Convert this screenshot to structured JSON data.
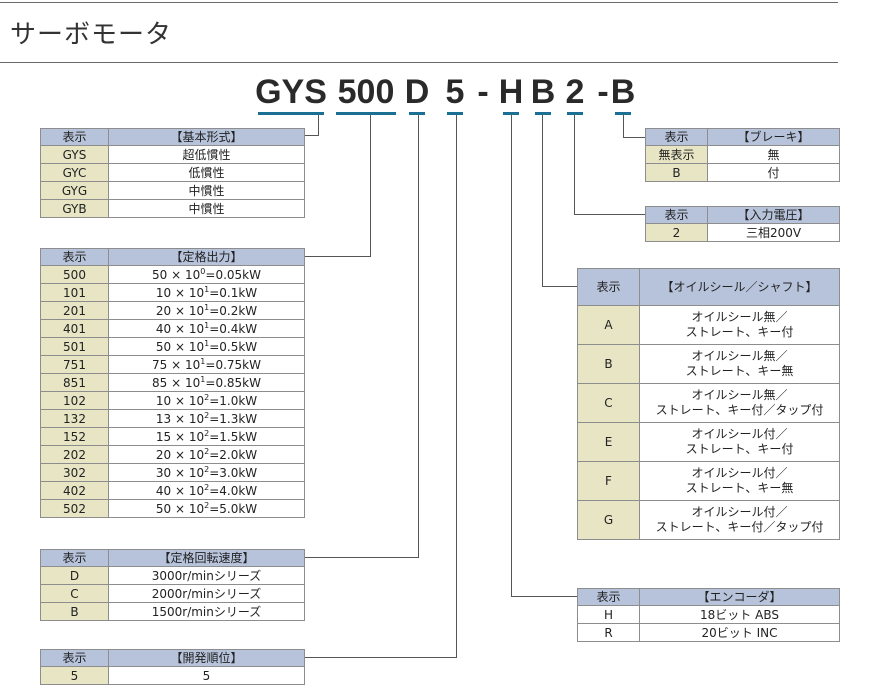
{
  "page_title": "サーボモータ",
  "model_code": {
    "segments": [
      "GYS",
      "500",
      "D",
      "5",
      "-",
      "H",
      "B",
      "2",
      "-",
      "B"
    ]
  },
  "header_code_label": "表示",
  "tables": {
    "basic_type": {
      "title": "【基本形式】",
      "rows": [
        {
          "code": "GYS",
          "value": "超低慣性"
        },
        {
          "code": "GYC",
          "value": "低慣性"
        },
        {
          "code": "GYG",
          "value": "中慣性"
        },
        {
          "code": "GYB",
          "value": "中慣性"
        }
      ]
    },
    "rated_output": {
      "title": "【定格出力】",
      "rows": [
        {
          "code": "500",
          "coef": "50",
          "exp": "0",
          "result": "=0.05kW"
        },
        {
          "code": "101",
          "coef": "10",
          "exp": "1",
          "result": "=0.1kW"
        },
        {
          "code": "201",
          "coef": "20",
          "exp": "1",
          "result": "=0.2kW"
        },
        {
          "code": "401",
          "coef": "40",
          "exp": "1",
          "result": "=0.4kW"
        },
        {
          "code": "501",
          "coef": "50",
          "exp": "1",
          "result": "=0.5kW"
        },
        {
          "code": "751",
          "coef": "75",
          "exp": "1",
          "result": "=0.75kW"
        },
        {
          "code": "851",
          "coef": "85",
          "exp": "1",
          "result": "=0.85kW"
        },
        {
          "code": "102",
          "coef": "10",
          "exp": "2",
          "result": "=1.0kW"
        },
        {
          "code": "132",
          "coef": "13",
          "exp": "2",
          "result": "=1.3kW"
        },
        {
          "code": "152",
          "coef": "15",
          "exp": "2",
          "result": "=1.5kW"
        },
        {
          "code": "202",
          "coef": "20",
          "exp": "2",
          "result": "=2.0kW"
        },
        {
          "code": "302",
          "coef": "30",
          "exp": "2",
          "result": "=3.0kW"
        },
        {
          "code": "402",
          "coef": "40",
          "exp": "2",
          "result": "=4.0kW"
        },
        {
          "code": "502",
          "coef": "50",
          "exp": "2",
          "result": "=5.0kW"
        }
      ],
      "times_sign": "×",
      "base": "10"
    },
    "rated_speed": {
      "title": "【定格回転速度】",
      "rows": [
        {
          "code": "D",
          "value": "3000r/minシリーズ"
        },
        {
          "code": "C",
          "value": "2000r/minシリーズ"
        },
        {
          "code": "B",
          "value": "1500r/minシリーズ"
        }
      ]
    },
    "dev_order": {
      "title": "【開発順位】",
      "rows": [
        {
          "code": "5",
          "value": "5"
        }
      ]
    },
    "brake": {
      "title": "【ブレーキ】",
      "rows": [
        {
          "code": "無表示",
          "value": "無"
        },
        {
          "code": "B",
          "value": "付"
        }
      ]
    },
    "input_voltage": {
      "title": "【入力電圧】",
      "rows": [
        {
          "code": "2",
          "value": "三相200V"
        }
      ]
    },
    "oil_seal": {
      "title": "【オイルシール／シャフト】",
      "rows": [
        {
          "code": "A",
          "line1": "オイルシール無／",
          "line2": "ストレート、キー付"
        },
        {
          "code": "B",
          "line1": "オイルシール無／",
          "line2": "ストレート、キー無"
        },
        {
          "code": "C",
          "line1": "オイルシール無／",
          "line2": "ストレート、キー付／タップ付"
        },
        {
          "code": "E",
          "line1": "オイルシール付／",
          "line2": "ストレート、キー付"
        },
        {
          "code": "F",
          "line1": "オイルシール付／",
          "line2": "ストレート、キー無"
        },
        {
          "code": "G",
          "line1": "オイルシール付／",
          "line2": "ストレート、キー付／タップ付"
        }
      ]
    },
    "encoder": {
      "title": "【エンコーダ】",
      "rows": [
        {
          "code": "H",
          "value": "18ビット  ABS"
        },
        {
          "code": "R",
          "value": "20ビット  INC"
        }
      ]
    }
  },
  "colors": {
    "header_bg": "#b6c3da",
    "code_bg": "#e7e5c4",
    "underline": "#1b6f93"
  }
}
